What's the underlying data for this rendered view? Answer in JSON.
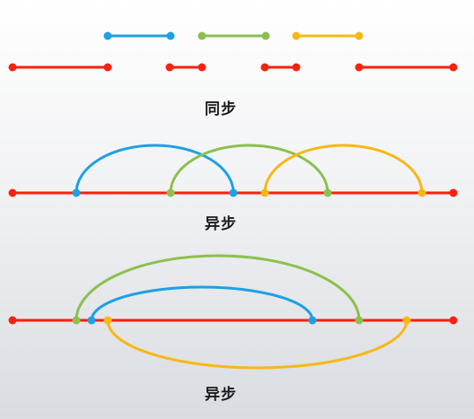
{
  "colors": {
    "red": "#f5220f",
    "blue": "#1ea0e4",
    "green": "#8cc04d",
    "orange": "#f8b714"
  },
  "captions": {
    "sync": "同步",
    "async_1": "异步",
    "async_2": "异步"
  },
  "panels": {
    "sync": {
      "timeline_segments": [
        "red",
        "red",
        "red",
        "red"
      ],
      "tasks": [
        "blue",
        "green",
        "orange"
      ]
    },
    "async_1": {
      "arcs": [
        "blue",
        "green",
        "orange"
      ],
      "arc_side": "above"
    },
    "async_2": {
      "arcs": [
        "green",
        "blue",
        "orange"
      ],
      "arc_sides": [
        "above",
        "above",
        "below"
      ]
    }
  }
}
